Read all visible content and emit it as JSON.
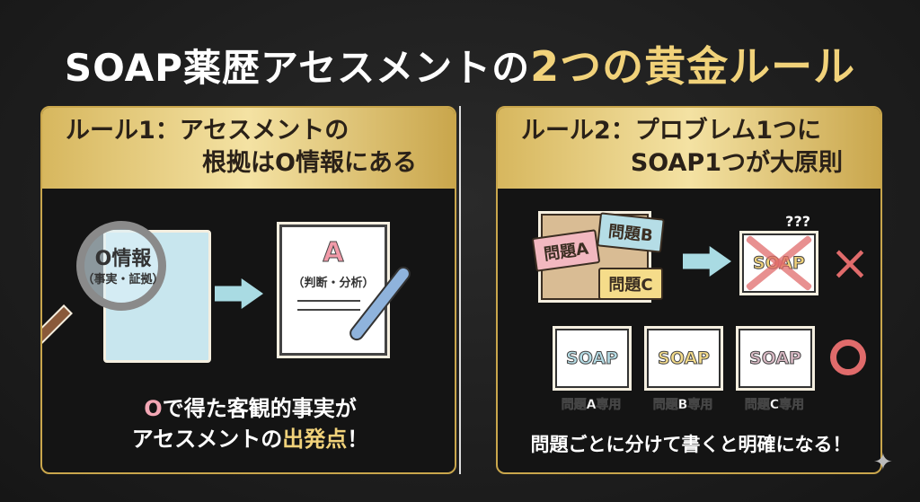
{
  "title": {
    "main": "SOAP薬歴アセスメントの",
    "highlight": "2つの黄金ルール"
  },
  "rule1": {
    "heading_line1": "ルール1：アセスメントの",
    "heading_line2": "根拠はO情報にある",
    "o_card_title": "O情報",
    "o_card_sub": "（事実・証拠）",
    "a_card_title": "A",
    "a_card_sub": "（判断・分析）",
    "bottom_o": "O",
    "bottom_line1": "で得た客観的事実が",
    "bottom_line2_a": "アセスメントの",
    "bottom_line2_highlight": "出発点",
    "bottom_line2_end": "！"
  },
  "rule2": {
    "heading_line1": "ルール2：プロブレム1つに",
    "heading_line2": "SOAP1つが大原則",
    "boxes": [
      "問題A",
      "問題B",
      "問題C"
    ],
    "question_marks": "???",
    "bad_card": "SOAP",
    "bad_mark": "×",
    "good_cards": [
      {
        "text": "SOAP",
        "label": "問題A専用"
      },
      {
        "text": "SOAP",
        "label": "問題B専用"
      },
      {
        "text": "SOAP",
        "label": "問題C専用"
      }
    ],
    "good_mark": "○",
    "bottom": "問題ごとに分けて書くと明確になる！"
  },
  "colors": {
    "gold": "#f1d27a",
    "pink": "#f3a7b5",
    "red": "#e06b6b",
    "blue": "#a9dbe3"
  }
}
